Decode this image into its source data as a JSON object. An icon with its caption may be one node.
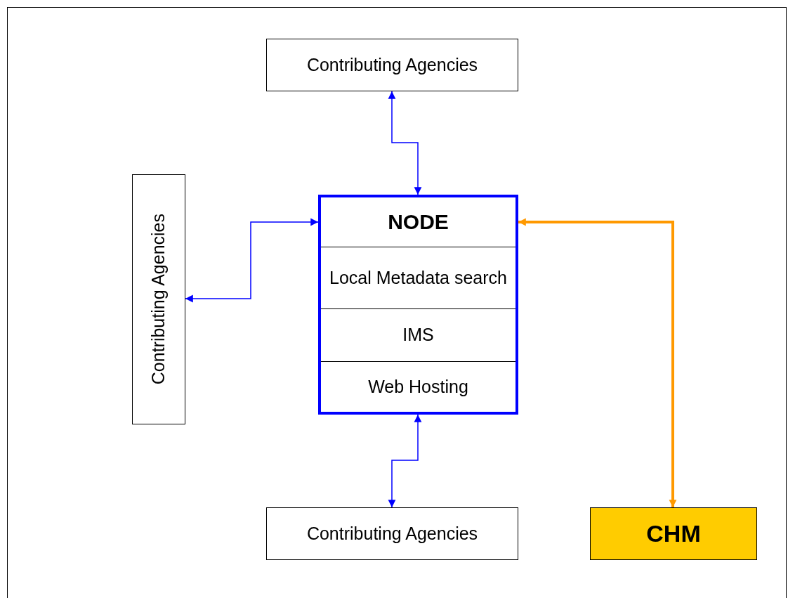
{
  "diagram": {
    "nodes": [
      {
        "text": [
          "Contributing Agencies"
        ]
      },
      {
        "text": [
          "Contributing Agencies"
        ]
      },
      {
        "text": [
          "NODE"
        ]
      },
      {
        "text": [
          "Local Metadata search"
        ],
        "in": 2
      },
      {
        "text": [
          "IMS"
        ],
        "in": 2
      },
      {
        "text": [
          "Web Hosting"
        ],
        "in": 2
      },
      {
        "text": [
          "Contributing Agencies"
        ]
      },
      {
        "text": [
          "CHM"
        ]
      }
    ],
    "edges": [
      {
        "from": 0,
        "to": 2,
        "arrow": "both"
      },
      {
        "from": 1,
        "to": 2,
        "arrow": "both"
      },
      {
        "from": 2,
        "to": 6,
        "arrow": "both"
      },
      {
        "from": 2,
        "to": 7,
        "arrow": "both",
        "style": "thick",
        "color": "#ff9900"
      }
    ]
  }
}
